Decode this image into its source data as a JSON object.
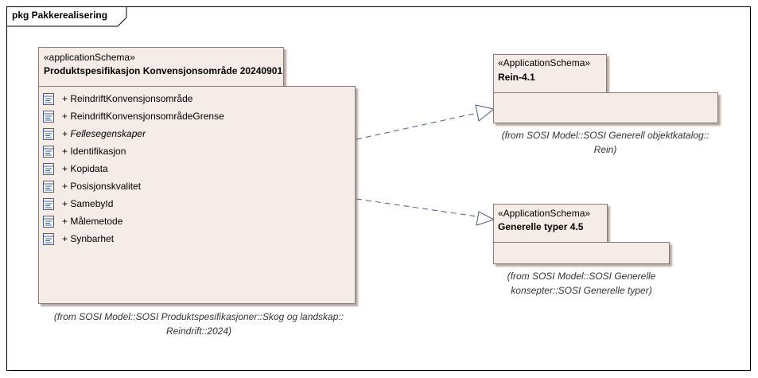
{
  "diagram": {
    "frame_title": "pkg Pakkerealisering"
  },
  "main_package": {
    "stereotype": "«applicationSchema»",
    "name": "Produktspesifikasjon Konvensjonsområde 20240901",
    "elements": [
      {
        "label": "+ ReindriftKonvensjonsområde",
        "italic": false
      },
      {
        "label": "+ ReindriftKonvensjonsområdeGrense",
        "italic": false
      },
      {
        "label": "+ Fellesegenskaper",
        "italic": true
      },
      {
        "label": "+ Identifikasjon",
        "italic": false
      },
      {
        "label": "+ Kopidata",
        "italic": false
      },
      {
        "label": "+ Posisjonskvalitet",
        "italic": false
      },
      {
        "label": "+ SamebyId",
        "italic": false
      },
      {
        "label": "+ Målemetode",
        "italic": false
      },
      {
        "label": "+ Synbarhet",
        "italic": false
      }
    ],
    "from_line1": "(from SOSI Model::SOSI Produktspesifikasjoner::Skog og landskap::",
    "from_line2": "Reindrift::2024)"
  },
  "rein_package": {
    "stereotype": "«ApplicationSchema»",
    "name": "Rein-4.1",
    "from_line1": "(from SOSI Model::SOSI Generell objektkatalog::",
    "from_line2": "Rein)"
  },
  "generelle_package": {
    "stereotype": "«ApplicationSchema»",
    "name": "Generelle typer 4.5",
    "from_line1": "(from SOSI Model::SOSI Generelle",
    "from_line2": "konsepter::SOSI Generelle typer)"
  },
  "colors": {
    "package_fill": "#f5ebe7",
    "package_border": "#8a7a74",
    "connector": "#4a5a80"
  }
}
